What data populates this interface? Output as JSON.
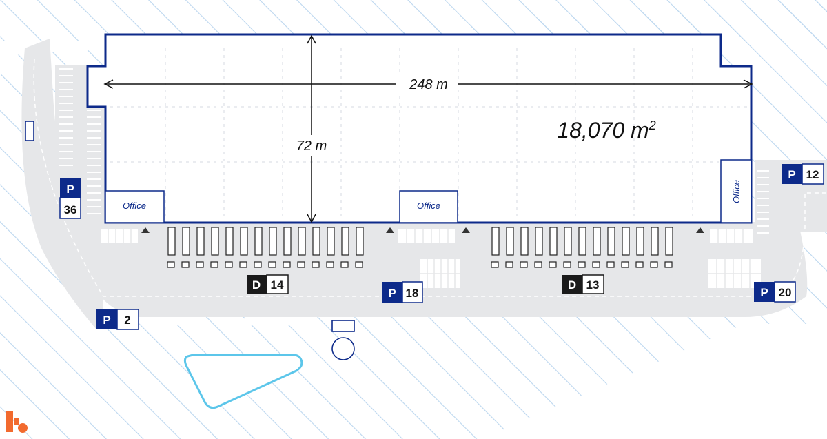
{
  "colors": {
    "navy": "#0d2a8a",
    "hatch": "#bcd7ef",
    "road": "#e6e7e9",
    "pond": "#5cc6ea",
    "logo": "#f26a2e",
    "dark": "#1a1a1a"
  },
  "building": {
    "width_label": "248 m",
    "depth_label": "72 m",
    "area_value": "18,070 m",
    "area_unit_sup": "2"
  },
  "offices": [
    {
      "label": "Office"
    },
    {
      "label": "Office"
    },
    {
      "label": "Office"
    }
  ],
  "docks": [
    {
      "prefix": "D",
      "count": "14"
    },
    {
      "prefix": "D",
      "count": "13"
    }
  ],
  "parking": [
    {
      "prefix": "P",
      "count": "36"
    },
    {
      "prefix": "P",
      "count": "2"
    },
    {
      "prefix": "P",
      "count": "18"
    },
    {
      "prefix": "P",
      "count": "20"
    },
    {
      "prefix": "P",
      "count": "12"
    }
  ],
  "logo": {
    "icon": "company-logo-icon"
  }
}
